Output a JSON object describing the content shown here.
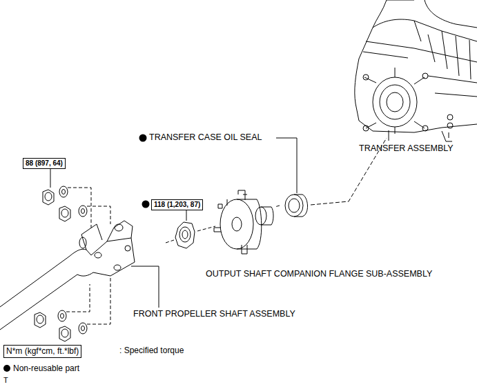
{
  "diagram": {
    "nodes": [
      {
        "text": [
          "88 (897, 64)"
        ]
      },
      {
        "text": [
          "118 (1,203, 87)"
        ]
      },
      {
        "text": [
          "N*m (kgf*cm, ft.*lbf)"
        ]
      }
    ],
    "labels": [
      "TRANSFER CASE OIL SEAL",
      "TRANSFER ASSEMBLY",
      "OUTPUT SHAFT COMPANION FLANGE SUB-ASSEMBLY",
      "FRONT PROPELLER SHAFT ASSEMBLY",
      "T"
    ],
    "legend": [
      {
        "text": ": Specified torque"
      },
      {
        "text": "Non-reusable part"
      }
    ]
  }
}
